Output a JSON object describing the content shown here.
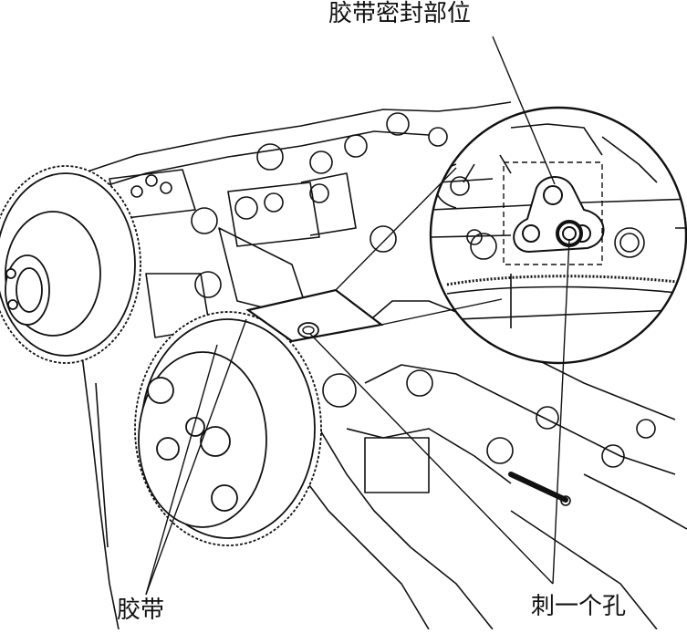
{
  "labels": {
    "tape_seal_area": "胶带密封部位",
    "tape": "胶带",
    "pierce_hole": "刺一个孔"
  },
  "colors": {
    "line": "#111111",
    "background": "#ffffff"
  }
}
